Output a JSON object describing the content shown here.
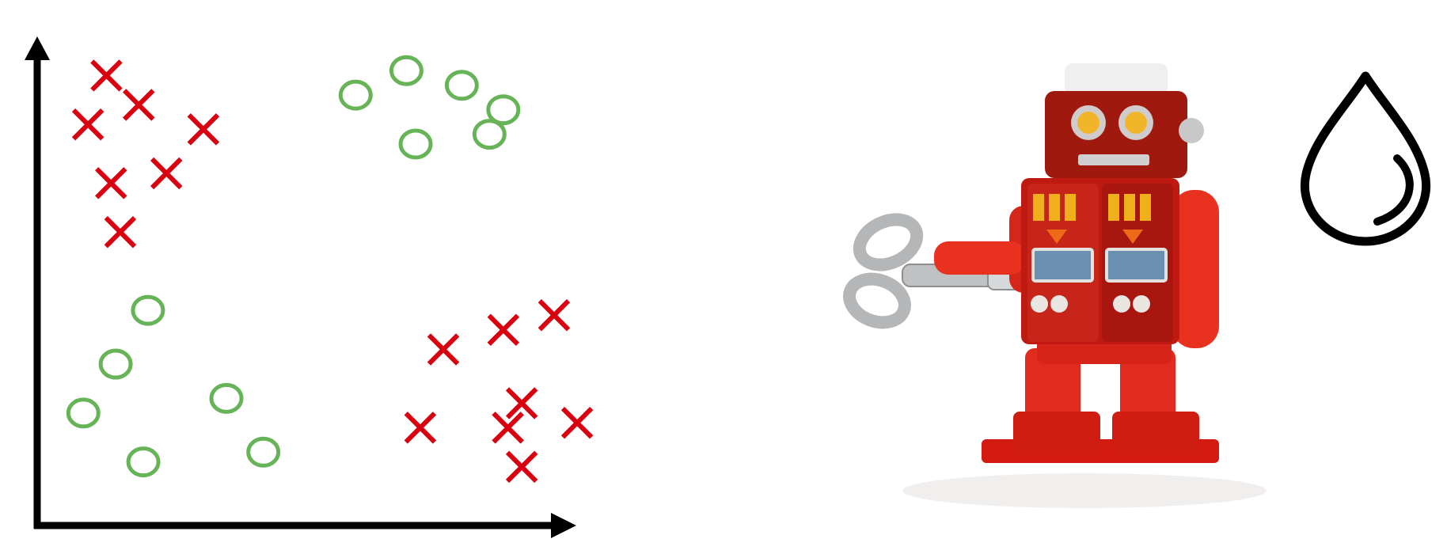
{
  "chart_data": {
    "type": "scatter",
    "title": "",
    "xlabel": "",
    "ylabel": "",
    "xlim": [
      0,
      100
    ],
    "ylim": [
      0,
      100
    ],
    "grid": false,
    "legend": "none",
    "series": [
      {
        "marker": "cross",
        "color": "#d9000f",
        "points": [
          [
            15,
            92
          ],
          [
            22,
            86
          ],
          [
            11,
            82
          ],
          [
            36,
            81
          ],
          [
            16,
            70
          ],
          [
            28,
            72
          ],
          [
            18,
            60
          ],
          [
            101,
            40
          ],
          [
            112,
            43
          ],
          [
            88,
            36
          ],
          [
            105,
            25
          ],
          [
            83,
            20
          ],
          [
            102,
            20
          ],
          [
            105,
            12
          ],
          [
            117,
            21
          ]
        ]
      },
      {
        "marker": "circle",
        "color": "#67b358",
        "points": [
          [
            69,
            88
          ],
          [
            80,
            93
          ],
          [
            92,
            90
          ],
          [
            101,
            85
          ],
          [
            98,
            80
          ],
          [
            82,
            78
          ],
          [
            24,
            44
          ],
          [
            17,
            33
          ],
          [
            10,
            23
          ],
          [
            41,
            26
          ],
          [
            23,
            13
          ],
          [
            49,
            15
          ]
        ]
      }
    ]
  },
  "colors": {
    "axis": "#000000",
    "cross": "#d9000f",
    "circle": "#67b358"
  },
  "icons": {
    "robot": "wind-up-toy-robot",
    "drop": "water-drop-icon"
  }
}
